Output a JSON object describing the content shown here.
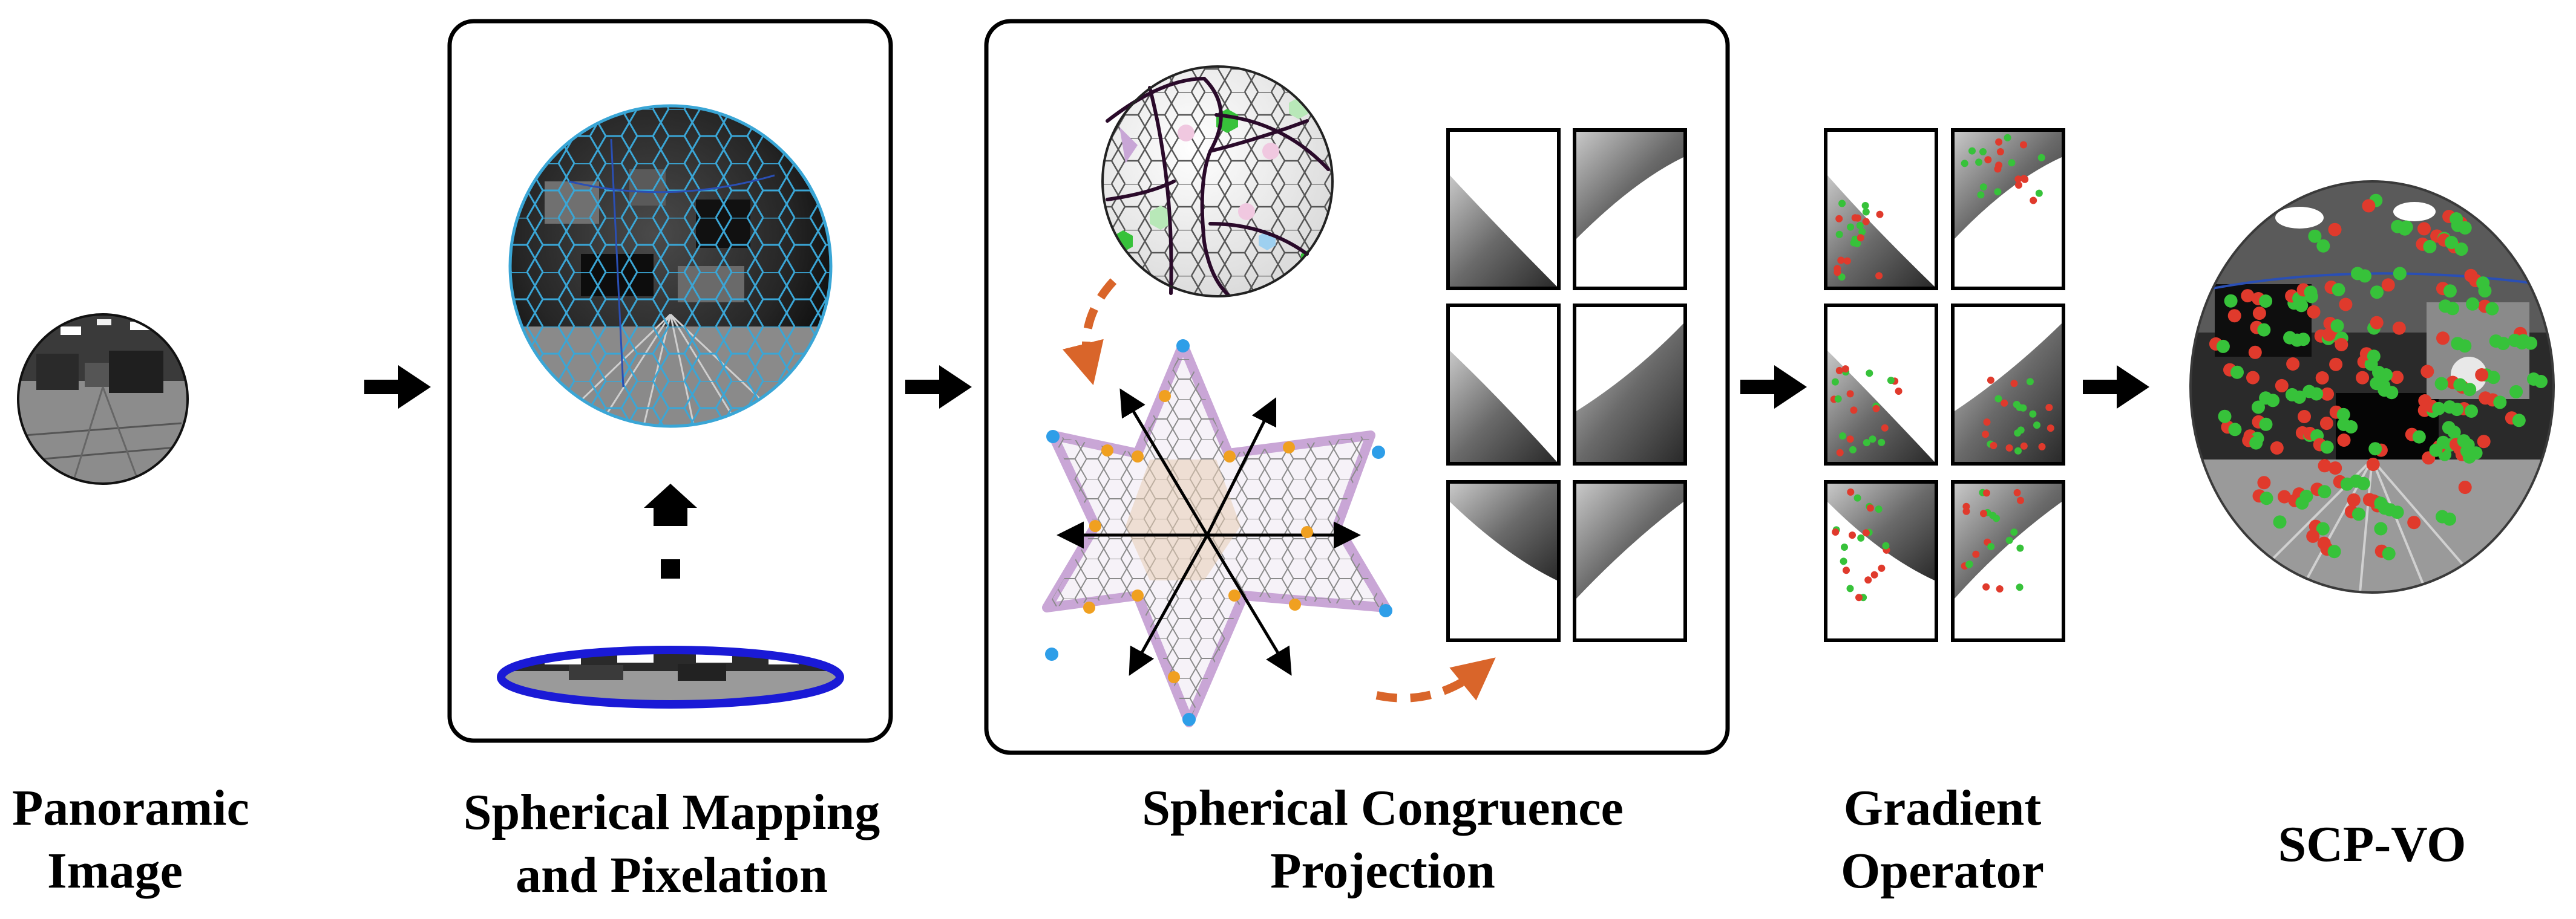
{
  "stages": [
    {
      "id": "panoramic",
      "line1": "Panoramic",
      "line2": "Image"
    },
    {
      "id": "mapping",
      "line1": "Spherical Mapping",
      "line2": "and Pixelation"
    },
    {
      "id": "congruence",
      "line1": "Spherical Congruence",
      "line2": "Projection"
    },
    {
      "id": "gradient",
      "line1": "Gradient",
      "line2": "Operator"
    },
    {
      "id": "result",
      "line1": "SCP-VO",
      "line2": ""
    }
  ],
  "colors": {
    "frame": "#000000",
    "hex_grid": "#3aa6d6",
    "ring": "#1a1ad6",
    "dashed_arrow": "#d9652a",
    "point_green": "#37c23a",
    "point_red": "#e03a2c",
    "corner_blue": "#2e9ee8",
    "corner_orange": "#f0a020",
    "star_outline": "#c9a6d6"
  },
  "icons": [
    "right-arrow-icon",
    "up-arrow-icon",
    "dashed-curve-arrow-icon",
    "axis-arrow-icon"
  ]
}
